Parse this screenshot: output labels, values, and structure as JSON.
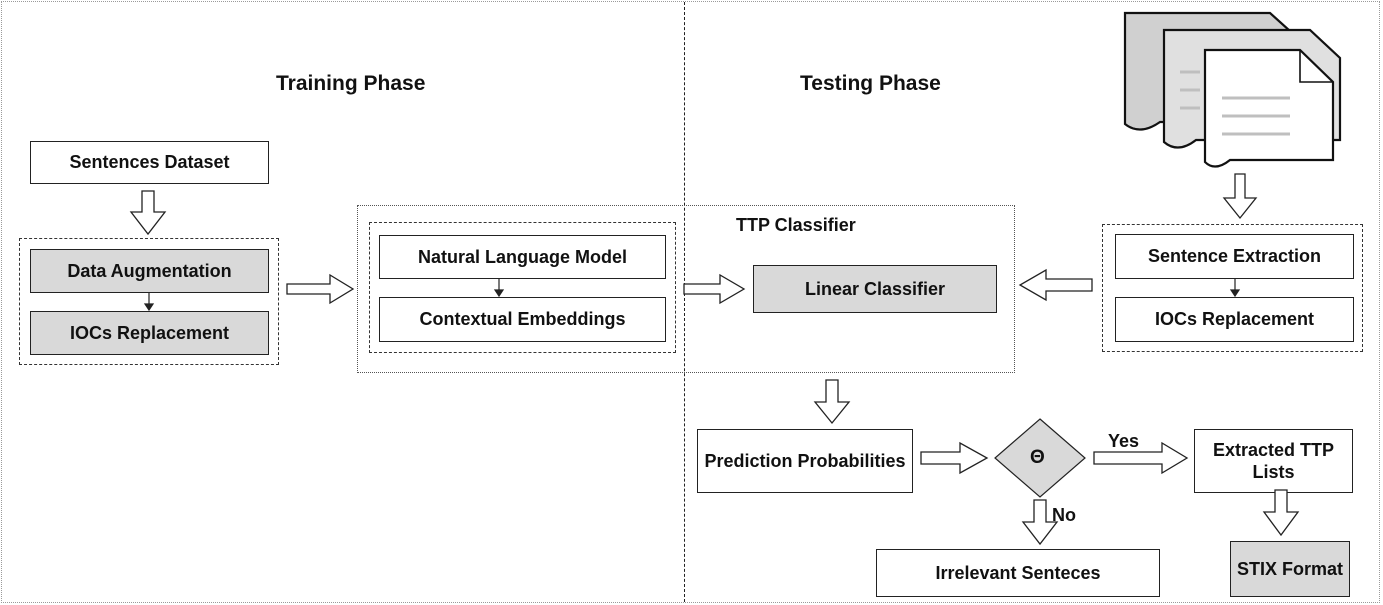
{
  "phases": {
    "training": "Training Phase",
    "testing": "Testing Phase"
  },
  "training": {
    "sentences_dataset": "Sentences Dataset",
    "data_augmentation": "Data Augmentation",
    "iocs_replacement": "IOCs Replacement"
  },
  "classifier": {
    "title": "TTP Classifier",
    "natural_language_model": "Natural Language Model",
    "contextual_embeddings": "Contextual Embeddings",
    "linear_classifier": "Linear Classifier"
  },
  "testing": {
    "sentence_extraction": "Sentence Extraction",
    "iocs_replacement": "IOCs Replacement",
    "prediction_probabilities": "Prediction Probabilities",
    "threshold_symbol": "Θ",
    "yes_label": "Yes",
    "no_label": "No",
    "extracted_ttp_lists": "Extracted TTP Lists",
    "irrelevant_sentences": "Irrelevant Senteces",
    "stix_format": "STIX Format"
  },
  "colors": {
    "gray_fill": "#d9d9d9",
    "line": "#222222"
  },
  "icons": {
    "documents": "stacked-documents-icon"
  }
}
